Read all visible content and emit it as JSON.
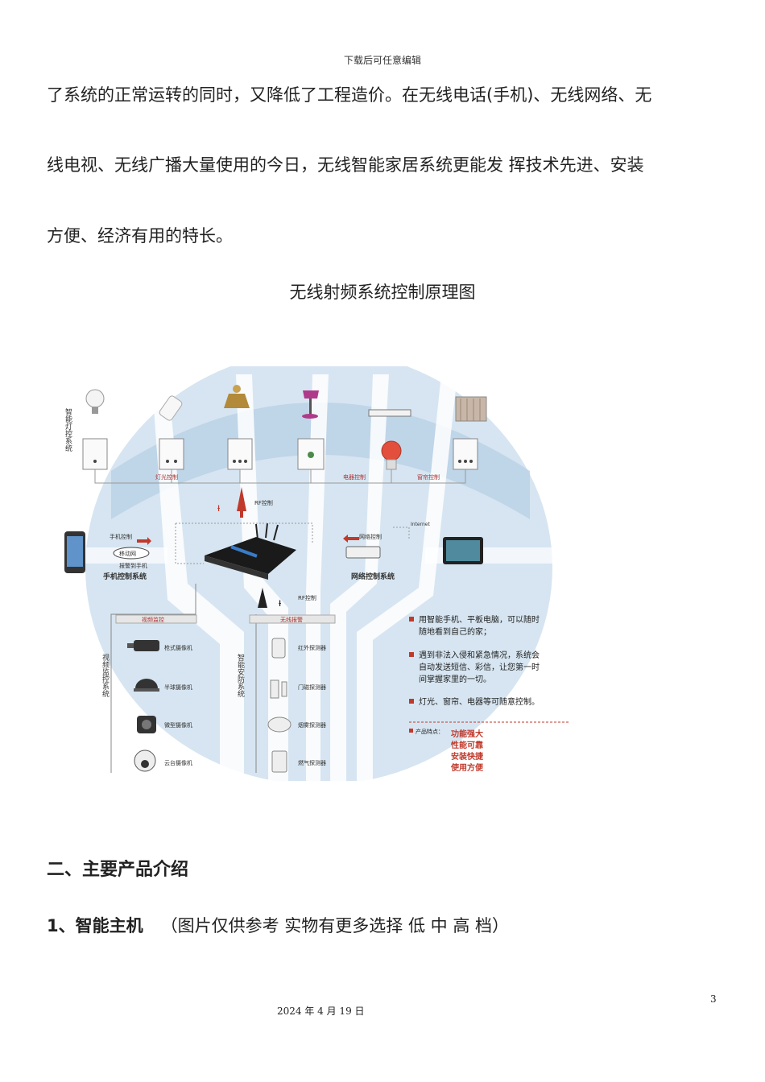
{
  "header": {
    "text": "下载后可任意编辑"
  },
  "paragraph": {
    "lines": [
      "了系统的正常运转的同时，又降低了工程造价。在无线电话(手机)、无线网络、无",
      "线电视、无线广播大量使用的今日，无线智能家居系统更能发 挥技术先进、安装",
      "方便、经济有用的特长。"
    ]
  },
  "figure": {
    "title": "无线射频系统控制原理图",
    "labels": {
      "light_sys": "智能灯控系统",
      "light_ctrl": "灯光控制",
      "appliance_ctrl": "电器控制",
      "curtain_ctrl": "窗帘控制",
      "rf_ctrl_top": "RF控制",
      "rf_ctrl_bottom": "RF控制",
      "phone_ctrl": "手机控制",
      "mobile_net": "移动网",
      "alarm_phone": "报警到手机",
      "phone_sys": "手机控制系统",
      "net_ctrl": "网络控制",
      "internet": "Internet",
      "net_sys": "网络控制系统",
      "video_monitor": "视频监控",
      "wireless_alarm": "无线报警",
      "video_sys": "视频监控系统",
      "security_sys": "智能安防系统",
      "cam1": "枪式摄像机",
      "cam2": "半球摄像机",
      "cam3": "微型摄像机",
      "cam4": "云台摄像机",
      "det1": "红外探测器",
      "det2": "门磁探测器",
      "det3": "烟雾探测器",
      "det4": "燃气探测器"
    },
    "bullets": [
      "用智能手机、平板电脑，可以随时",
      "随地看到自己的家；",
      "遇到非法入侵和紧急情况，系统会",
      "自动发送短信、彩信，让您第一时",
      "间掌握家里的一切。",
      "灯光、窗帘、电器等可随意控制。"
    ],
    "features_label": "产品特点：",
    "features": [
      "功能强大",
      "性能可靠",
      "安装快捷",
      "使用方便"
    ]
  },
  "section": {
    "heading": "二、主要产品介绍",
    "item_title": "1、智能主机",
    "item_note": "（图片仅供参考  实物有更多选择 低 中 高 档）"
  },
  "footer": {
    "page_number": "3",
    "date": "2024 年 4 月 19 日"
  }
}
